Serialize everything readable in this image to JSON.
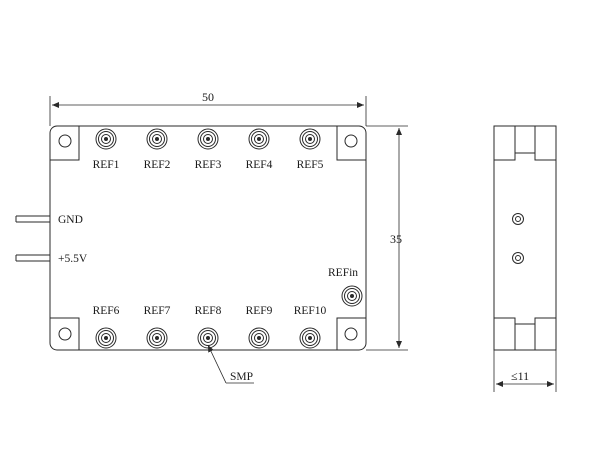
{
  "dimensions": {
    "width": "50",
    "height": "35",
    "depth": "≤11"
  },
  "pins": {
    "gnd": "GND",
    "power": "+5.5V"
  },
  "connectors": {
    "top_row": [
      "REF1",
      "REF2",
      "REF3",
      "REF4",
      "REF5"
    ],
    "bottom_row": [
      "REF6",
      "REF7",
      "REF8",
      "REF9",
      "REF10"
    ],
    "ref_in": "REFin",
    "type_callout": "SMP"
  }
}
